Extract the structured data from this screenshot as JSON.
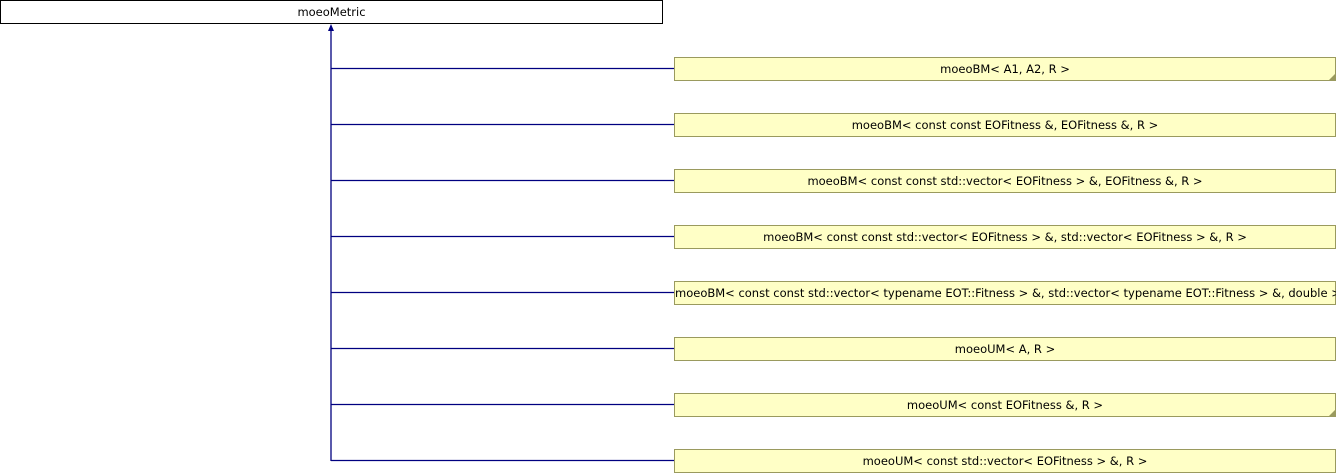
{
  "root": {
    "label": "moeoMetric"
  },
  "children": [
    {
      "label": "moeoBM< A1, A2, R >",
      "folded": true
    },
    {
      "label": "moeoBM< const const EOFitness &, EOFitness &, R >",
      "folded": false
    },
    {
      "label": "moeoBM< const const std::vector< EOFitness > &, EOFitness &, R >",
      "folded": false
    },
    {
      "label": "moeoBM< const const std::vector< EOFitness > &, std::vector< EOFitness > &, R >",
      "folded": false
    },
    {
      "label": "moeoBM< const const std::vector< typename EOT::Fitness > &, std::vector< typename EOT::Fitness > &, double >",
      "folded": false
    },
    {
      "label": "moeoUM< A, R >",
      "folded": false
    },
    {
      "label": "moeoUM< const EOFitness &, R >",
      "folded": true
    },
    {
      "label": "moeoUM< const std::vector< EOFitness > &, R >",
      "folded": false
    }
  ],
  "colors": {
    "edge": "#000080",
    "node_fill": "#ffffc6",
    "node_border": "#9a9a5e"
  }
}
